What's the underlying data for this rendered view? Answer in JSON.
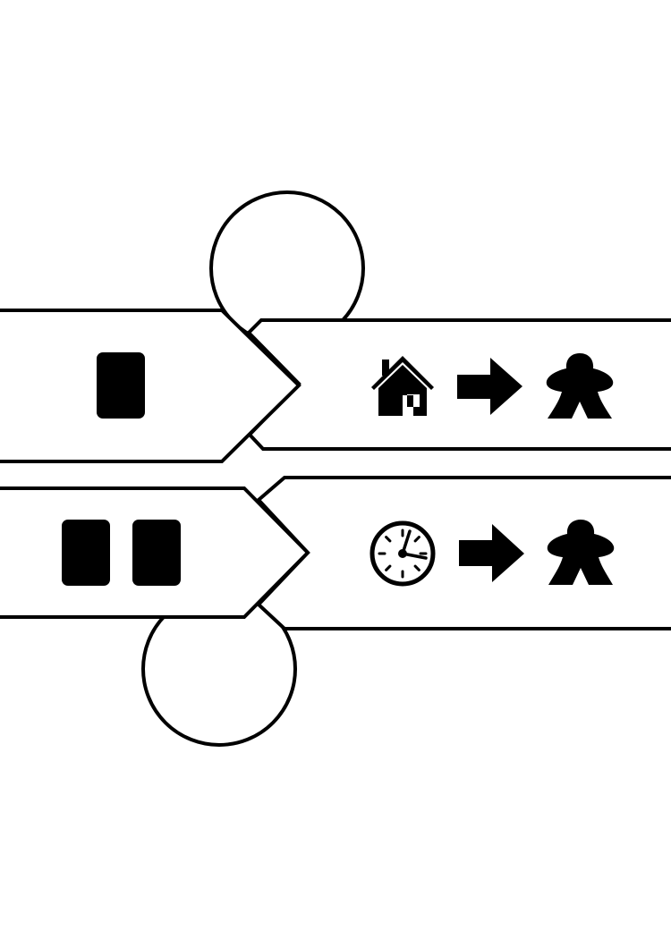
{
  "card": {
    "background_color": "#ffffff",
    "ink_color": "#000000"
  },
  "action_rows": [
    {
      "cost_cards": 1,
      "trigger_icon": "house-icon",
      "arrow_icon": "arrow-right-icon",
      "result_icon": "meeple-icon"
    },
    {
      "cost_cards": 2,
      "trigger_icon": "clock-icon",
      "arrow_icon": "arrow-right-icon",
      "result_icon": "meeple-icon"
    }
  ],
  "token_slots": 2
}
